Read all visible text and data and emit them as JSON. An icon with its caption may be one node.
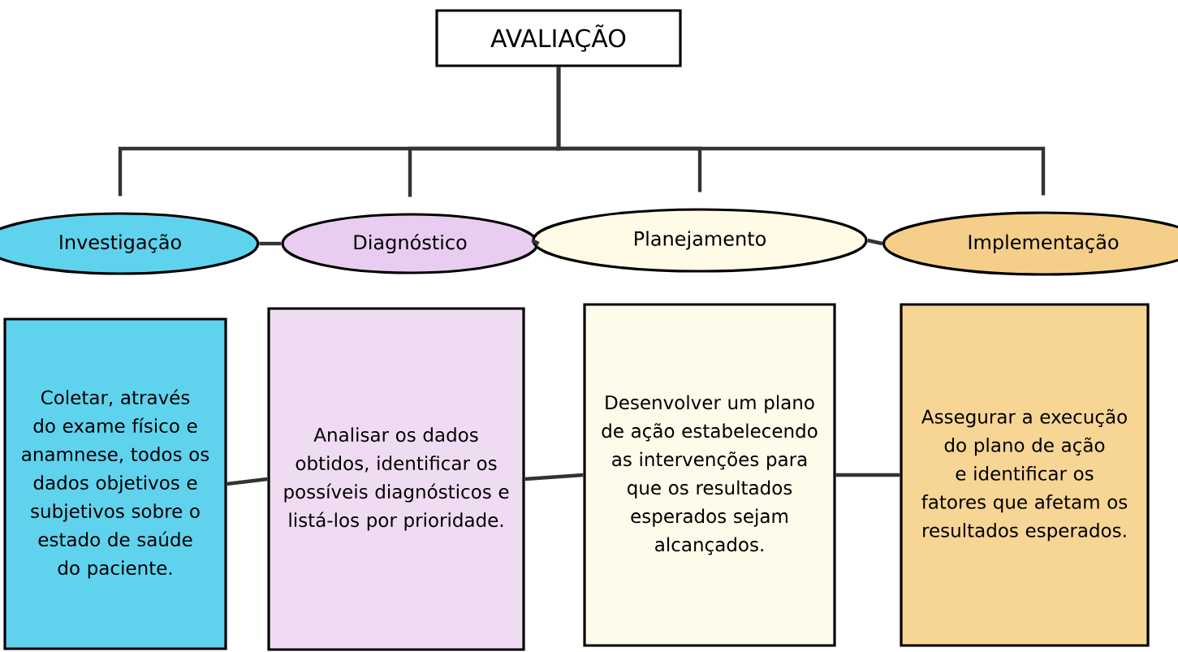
{
  "diagram": {
    "nodes": [
      {
        "text": [
          "AVALIAÇÃO"
        ]
      },
      {
        "text": [
          "Investigação"
        ]
      },
      {
        "text": [
          "Diagnóstico"
        ]
      },
      {
        "text": [
          "Planejamento"
        ]
      },
      {
        "text": [
          "Implementação"
        ]
      },
      {
        "text": [
          "Coletar, através do exame físico e anamnese, todos os dados objetivos e subjetivos sobre o estado de saúde do paciente."
        ]
      },
      {
        "text": [
          "Analisar os dados obtidos, identificar os possíveis diagnósticos e listá-los por prioridade."
        ]
      },
      {
        "text": [
          "Desenvolver um plano de ação estabelecendo as intervenções para que os resultados esperados sejam alcançados."
        ]
      },
      {
        "text": [
          "Assegurar a execução do plano de ação e identificar os fatores que afetam os resultados esperados."
        ]
      }
    ],
    "edges": [
      {
        "from": 0,
        "to": 1,
        "arrow": "none"
      },
      {
        "from": 0,
        "to": 2,
        "arrow": "none"
      },
      {
        "from": 0,
        "to": 3,
        "arrow": "none"
      },
      {
        "from": 0,
        "to": 4,
        "arrow": "none"
      },
      {
        "from": 1,
        "to": 2,
        "arrow": "none"
      },
      {
        "from": 2,
        "to": 3,
        "arrow": "none"
      },
      {
        "from": 3,
        "to": 4,
        "arrow": "none"
      },
      {
        "from": 5,
        "to": 6,
        "arrow": "none"
      },
      {
        "from": 6,
        "to": 7,
        "arrow": "none"
      },
      {
        "from": 7,
        "to": 8,
        "arrow": "none"
      }
    ]
  }
}
